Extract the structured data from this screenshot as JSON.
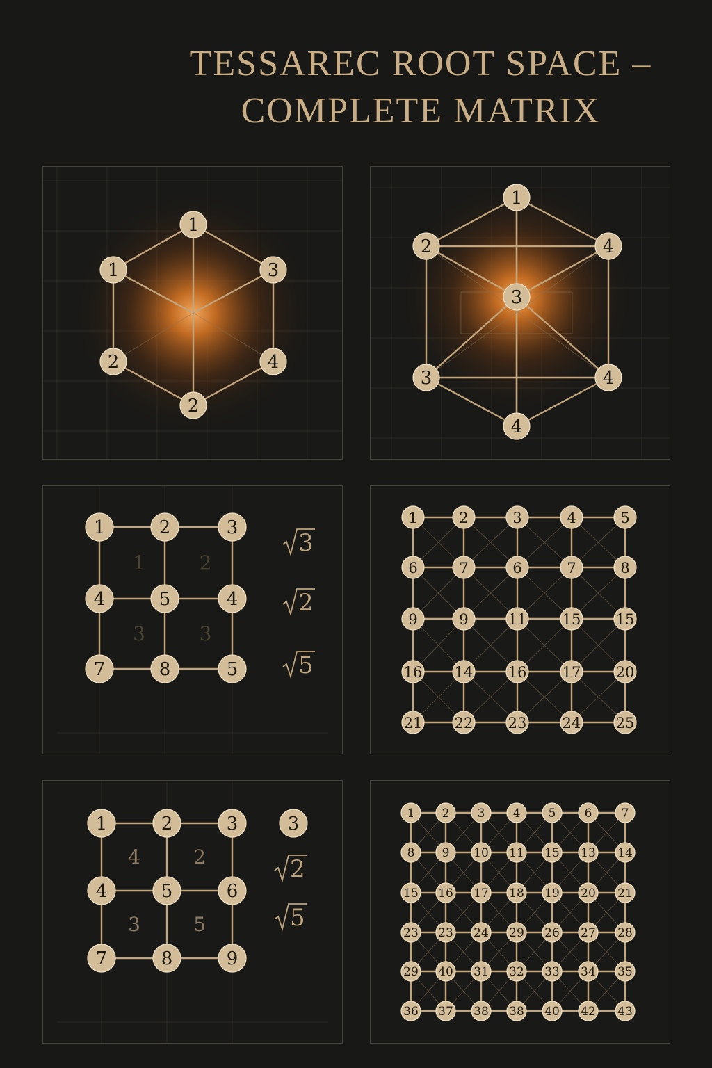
{
  "title": {
    "line1": "TESSAREC ROOT SPACE –",
    "line2": "COMPLETE MATRIX"
  },
  "colors": {
    "background": "#181816",
    "node_fill": "#d3bd99",
    "edge": "#c2a57c",
    "glow": "#e07a25",
    "title": "#c9ad84"
  },
  "panel1": {
    "nodes": [
      "1",
      "3",
      "4",
      "2",
      "2",
      "1"
    ],
    "center": ""
  },
  "panel2": {
    "nodes": [
      "1",
      "4",
      "4",
      "4",
      "3",
      "2"
    ],
    "center": "3"
  },
  "panel3": {
    "nodes": [
      [
        "1",
        "2",
        "3"
      ],
      [
        "4",
        "5",
        "4"
      ],
      [
        "7",
        "8",
        "5"
      ]
    ],
    "cells": [
      [
        "1",
        "2"
      ],
      [
        "3",
        "3"
      ]
    ],
    "side": [
      {
        "kind": "sqrt",
        "value": "3"
      },
      {
        "kind": "sqrt",
        "value": "2"
      },
      {
        "kind": "sqrt",
        "value": "5"
      }
    ]
  },
  "panel4": {
    "nodes": [
      [
        "1",
        "2",
        "3",
        "4",
        "5"
      ],
      [
        "6",
        "7",
        "6",
        "7",
        "8"
      ],
      [
        "9",
        "9",
        "11",
        "15",
        "15"
      ],
      [
        "16",
        "14",
        "16",
        "17",
        "20"
      ],
      [
        "21",
        "22",
        "23",
        "24",
        "25"
      ]
    ]
  },
  "panel5": {
    "nodes": [
      [
        "1",
        "2",
        "3"
      ],
      [
        "4",
        "5",
        "6"
      ],
      [
        "7",
        "8",
        "9"
      ]
    ],
    "cells": [
      [
        "4",
        "2"
      ],
      [
        "3",
        "5"
      ]
    ],
    "side": [
      {
        "kind": "node",
        "value": "3"
      },
      {
        "kind": "sqrt",
        "value": "2"
      },
      {
        "kind": "sqrt",
        "value": "5"
      }
    ]
  },
  "panel6": {
    "nodes": [
      [
        "1",
        "2",
        "3",
        "4",
        "5",
        "6",
        "7"
      ],
      [
        "8",
        "9",
        "10",
        "11",
        "15",
        "13",
        "14"
      ],
      [
        "15",
        "16",
        "17",
        "18",
        "19",
        "20",
        "21"
      ],
      [
        "23",
        "23",
        "24",
        "29",
        "26",
        "27",
        "28"
      ],
      [
        "29",
        "40",
        "31",
        "32",
        "33",
        "34",
        "35"
      ],
      [
        "36",
        "37",
        "38",
        "38",
        "40",
        "42",
        "43"
      ]
    ]
  }
}
